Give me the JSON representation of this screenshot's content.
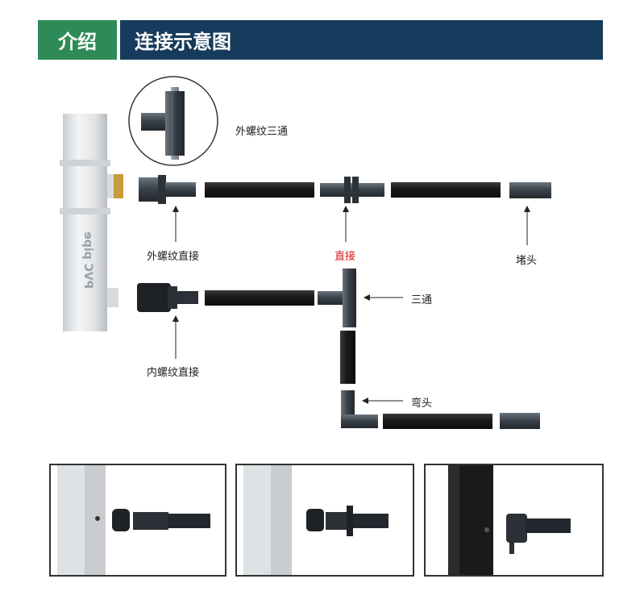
{
  "header": {
    "section_label": "介绍",
    "title": "连接示意图"
  },
  "callouts": {
    "male_tee": "外螺纹三通",
    "male_straight": "外螺纹直接",
    "straight": "直接",
    "end_plug": "堵头",
    "tee": "三通",
    "female_straight": "内螺纹直接",
    "elbow": "弯头"
  },
  "pipe_text": "PVC pipe",
  "colors": {
    "green": "#2e8b57",
    "navy": "#173b5c",
    "red_label": "#d61b1b",
    "hose": "#1f1f1f"
  }
}
